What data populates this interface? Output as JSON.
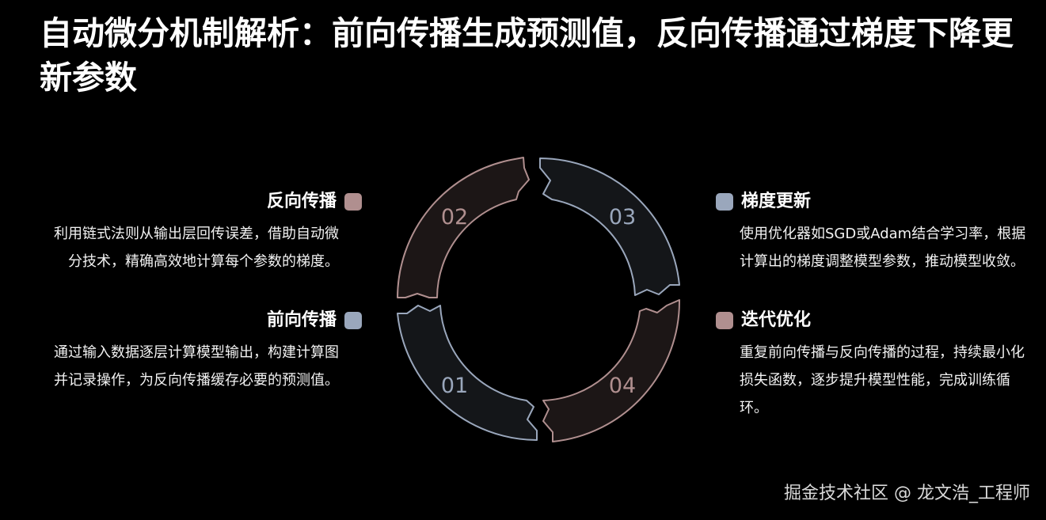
{
  "title": "自动微分机制解析：前向传播生成预测值，反向传播通过梯度下降更新参数",
  "colors": {
    "rose": "#b08f8f",
    "slate": "#9aa7bc",
    "rose_fill": "#1c1616",
    "slate_fill": "#141619"
  },
  "items": [
    {
      "num": "01",
      "title": "前向传播",
      "desc": "通过输入数据逐层计算模型输出，构建计算图并记录操作，为反向传播缓存必要的预测值。",
      "color": "slate"
    },
    {
      "num": "02",
      "title": "反向传播",
      "desc": "利用链式法则从输出层回传误差，借助自动微分技术，精确高效地计算每个参数的梯度。",
      "color": "rose"
    },
    {
      "num": "03",
      "title": "梯度更新",
      "desc": "使用优化器如SGD或Adam结合学习率，根据计算出的梯度调整模型参数，推动模型收敛。",
      "color": "slate"
    },
    {
      "num": "04",
      "title": "迭代优化",
      "desc": "重复前向传播与反向传播的过程，持续最小化损失函数，逐步提升模型性能，完成训练循环。",
      "color": "rose"
    }
  ],
  "watermark": "掘金技术社区 @ 龙文浩_工程师"
}
